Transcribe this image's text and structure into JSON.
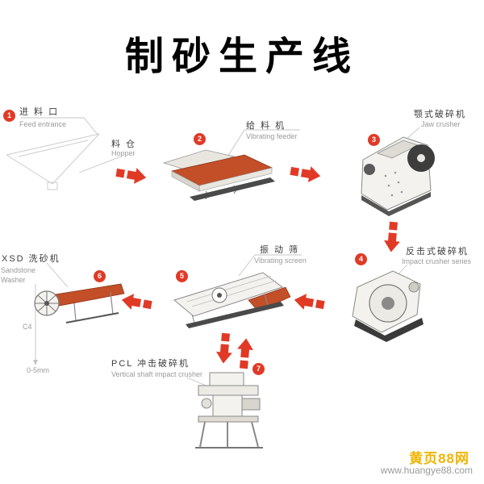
{
  "title": "制砂生产线",
  "colors": {
    "accent_red": "#e03a27",
    "machine_orange": "#c24f28",
    "watermark_yellow": "#f0b400",
    "label_gray": "#9a9a9a"
  },
  "steps": [
    {
      "num": "1",
      "cn": "进 料 口",
      "en": "Feed entrance",
      "cn2": "料 仓",
      "en2": "Hopper"
    },
    {
      "num": "2",
      "cn": "给 料 机",
      "en": "Vibrating feeder"
    },
    {
      "num": "3",
      "cn": "颚式破碎机",
      "en": "Jaw crusher"
    },
    {
      "num": "4",
      "cn": "反击式破碎机",
      "en": "Impact crusher series"
    },
    {
      "num": "5",
      "cn": "振 动 筛",
      "en": "Vibrating screen"
    },
    {
      "num": "6",
      "cn": "XSD 洗砂机",
      "en": "Sandstone",
      "en2": "Washer",
      "note1": "C4",
      "note2": "0-5mm"
    },
    {
      "num": "7",
      "cn": "PCL 冲击破碎机",
      "en": "Vertical shaft impact crusher"
    }
  ],
  "watermark": {
    "brand": "黄页88网",
    "url": "www.huangye88.com"
  }
}
